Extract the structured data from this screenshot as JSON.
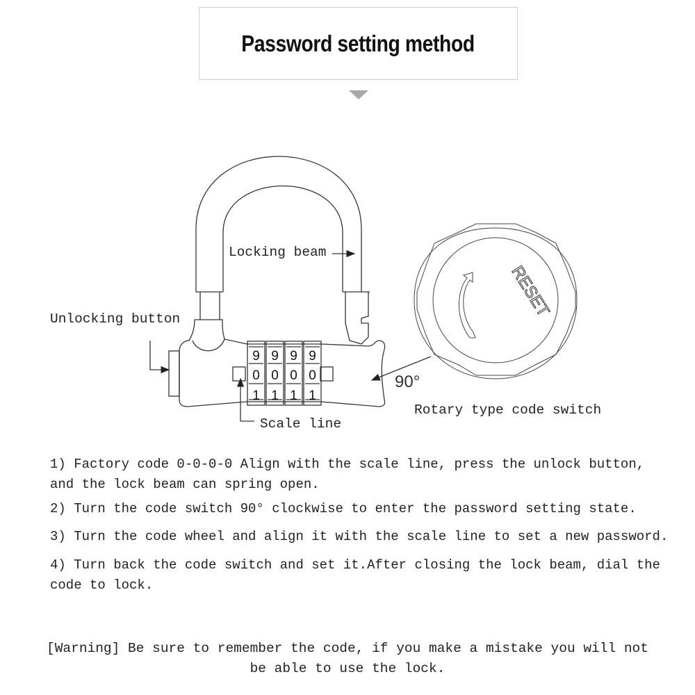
{
  "title": "Password setting method",
  "diagram": {
    "labels": {
      "locking_beam": "Locking beam",
      "unlocking_button": "Unlocking button",
      "scale_line": "Scale line",
      "angle": "90°",
      "rotary_switch": "Rotary type code switch",
      "reset": "RESET"
    },
    "dial_rows": [
      [
        "9",
        "9",
        "9",
        "9"
      ],
      [
        "0",
        "0",
        "0",
        "0"
      ],
      [
        "1",
        "1",
        "1",
        "1"
      ]
    ]
  },
  "steps": [
    "1) Factory code 0-0-0-0 Align with the scale line, press the unlock button, and the lock beam can spring open.",
    "2) Turn the code switch 90°  clockwise to enter the password setting state.",
    "3) Turn the code wheel and align it with the scale line to set a new password.",
    "4) Turn back the code switch and set it.After closing the lock beam, dial the code to lock."
  ],
  "warning": "[Warning] Be sure to remember the code, if you make a mistake you will not be able to use the lock."
}
